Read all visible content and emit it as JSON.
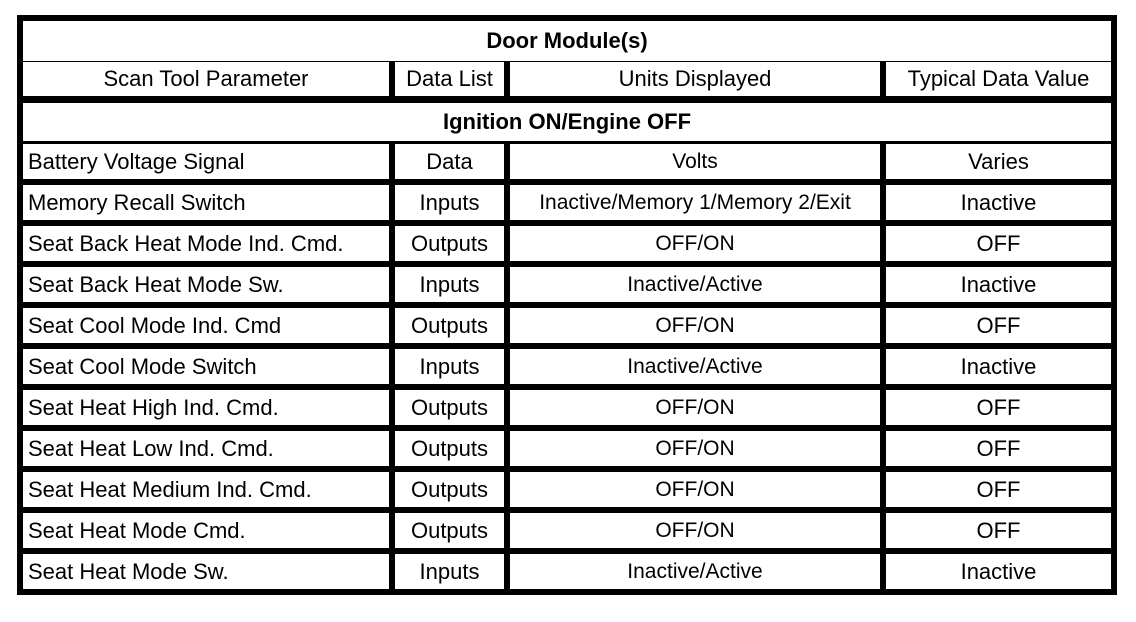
{
  "table": {
    "title": "Door Module(s)",
    "section_header": "Ignition ON/Engine OFF",
    "columns": {
      "parameter": "Scan Tool Parameter",
      "data_list": "Data List",
      "units": "Units Displayed",
      "typical": "Typical Data Value"
    },
    "rows": [
      {
        "parameter": "Battery Voltage Signal",
        "data_list": "Data",
        "units": "Volts",
        "typical": "Varies"
      },
      {
        "parameter": "Memory Recall Switch",
        "data_list": "Inputs",
        "units": "Inactive/Memory 1/Memory 2/Exit",
        "typical": "Inactive"
      },
      {
        "parameter": "Seat Back Heat Mode Ind. Cmd.",
        "data_list": "Outputs",
        "units": "OFF/ON",
        "typical": "OFF"
      },
      {
        "parameter": "Seat Back Heat Mode Sw.",
        "data_list": "Inputs",
        "units": "Inactive/Active",
        "typical": "Inactive"
      },
      {
        "parameter": "Seat Cool Mode Ind. Cmd",
        "data_list": "Outputs",
        "units": "OFF/ON",
        "typical": "OFF"
      },
      {
        "parameter": "Seat Cool Mode Switch",
        "data_list": "Inputs",
        "units": "Inactive/Active",
        "typical": "Inactive"
      },
      {
        "parameter": "Seat Heat High Ind. Cmd.",
        "data_list": "Outputs",
        "units": "OFF/ON",
        "typical": "OFF"
      },
      {
        "parameter": "Seat Heat Low Ind. Cmd.",
        "data_list": "Outputs",
        "units": "OFF/ON",
        "typical": "OFF"
      },
      {
        "parameter": "Seat Heat Medium Ind. Cmd.",
        "data_list": "Outputs",
        "units": "OFF/ON",
        "typical": "OFF"
      },
      {
        "parameter": "Seat Heat Mode Cmd.",
        "data_list": "Outputs",
        "units": "OFF/ON",
        "typical": "OFF"
      },
      {
        "parameter": "Seat Heat Mode Sw.",
        "data_list": "Inputs",
        "units": "Inactive/Active",
        "typical": "Inactive"
      }
    ],
    "colors": {
      "border": "#000000",
      "background": "#ffffff",
      "text": "#000000"
    }
  }
}
